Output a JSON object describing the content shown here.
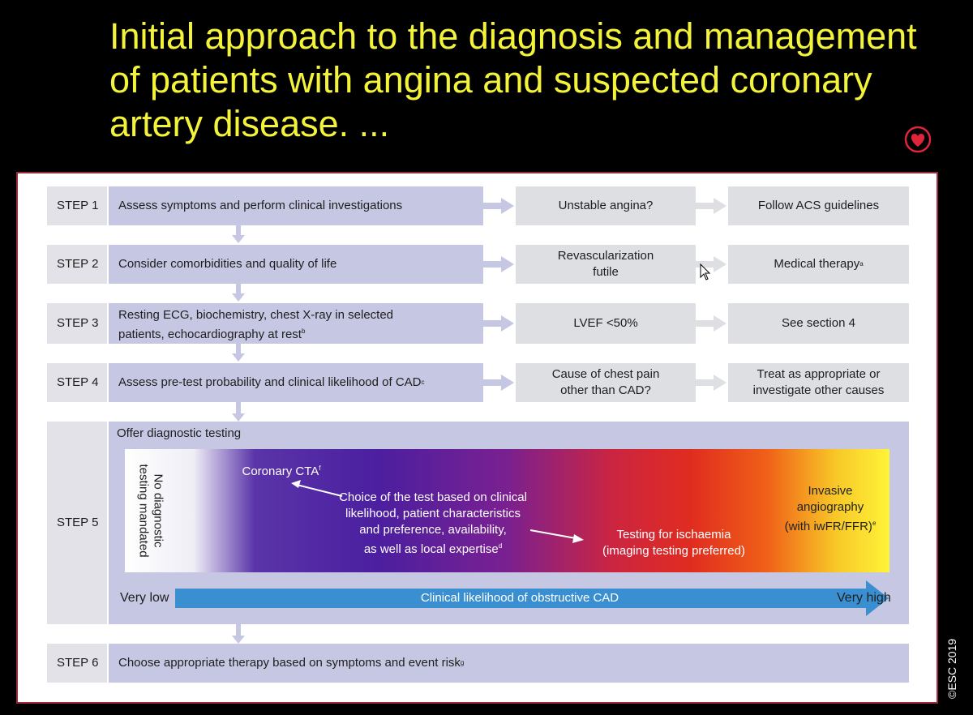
{
  "slide": {
    "title": "Initial approach to the diagnosis and management of patients with angina and suspected coronary artery disease. ...",
    "copyright": "©ESC 2019"
  },
  "colors": {
    "title": "#f3f33a",
    "step_main": "#c6c7e3",
    "step_label": "#e2e2e8",
    "side_box": "#dedfe3",
    "arrow_blue": "#3a8fd0",
    "frame_border": "#9a2a3a"
  },
  "icons": [
    "heart-icon",
    "cursor-icon"
  ],
  "steps": [
    {
      "label": "STEP 1",
      "text": "Assess symptoms and perform clinical investigations",
      "question": "Unstable angina?",
      "result": "Follow ACS guidelines"
    },
    {
      "label": "STEP 2",
      "text": "Consider comorbidities and quality of life",
      "question": "Revascularization futile",
      "result": "Medical therapy",
      "result_sup": "a"
    },
    {
      "label": "STEP 3",
      "text_line1": "Resting ECG, biochemistry, chest X-ray in selected",
      "text_line2": "patients, echocardiography at rest",
      "text_sup": "b",
      "question": "LVEF <50%",
      "result": "See section 4"
    },
    {
      "label": "STEP 4",
      "text": "Assess pre-test probability and clinical likelihood of CAD",
      "text_sup": "c",
      "question_line1": "Cause of chest pain",
      "question_line2": "other than CAD?",
      "result_line1": "Treat as appropriate or",
      "result_line2": "investigate other causes"
    },
    {
      "label": "STEP 5"
    },
    {
      "label": "STEP 6",
      "text": "Choose appropriate therapy based on symptoms and event risk",
      "text_sup": "g"
    }
  ],
  "step5": {
    "heading": "Offer diagnostic testing",
    "no_testing_line1": "No diagnostic",
    "no_testing_line2": "testing mandated",
    "coronary_cta": "Coronary CTA",
    "coronary_cta_sup": "f",
    "choice_line1": "Choice of the test based on clinical",
    "choice_line2": "likelihood, patient characteristics",
    "choice_line3": "and preference, availability,",
    "choice_line4": "as well as local expertise",
    "choice_sup": "d",
    "ischaemia_line1": "Testing for ischaemia",
    "ischaemia_line2": "(imaging testing preferred)",
    "invasive_line1": "Invasive",
    "invasive_line2": "angiography",
    "invasive_line3": "(with iwFR/FFR)",
    "invasive_sup": "e",
    "likelihood_label": "Clinical likelihood of obstructive CAD",
    "very_low": "Very low",
    "very_high": "Very high"
  }
}
